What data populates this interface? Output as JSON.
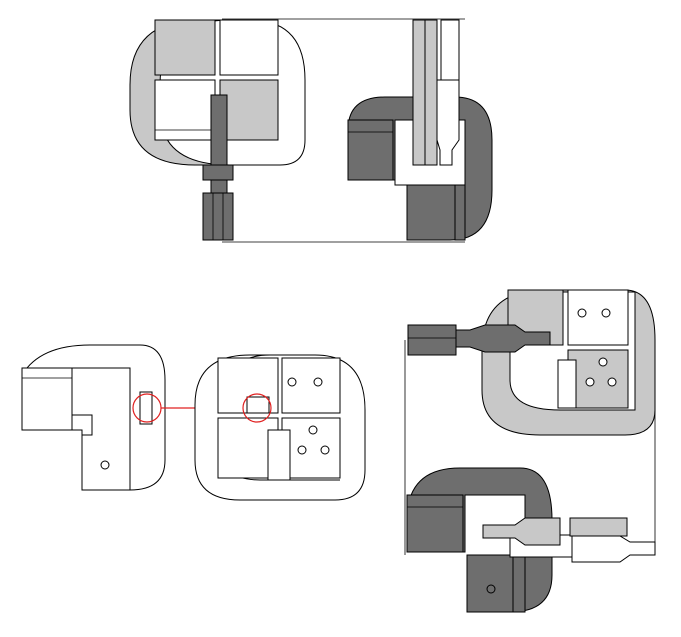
{
  "title": "",
  "colors": {
    "background": "#ffffff",
    "outline": "#000000",
    "light_gray": "#c8c8c8",
    "dark_gray": "#6e6e6e",
    "highlight": "#e02020"
  },
  "views": [
    {
      "id": "top-section",
      "caption": ""
    },
    {
      "id": "bottom-left-section",
      "caption": ""
    },
    {
      "id": "bottom-right-section",
      "caption": ""
    }
  ]
}
